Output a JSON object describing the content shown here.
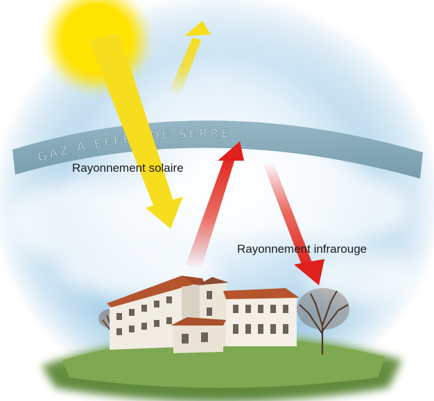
{
  "diagram": {
    "band_text": "GAZ A EFFET DE SERRE",
    "label_solar": "Rayonnement solaire",
    "label_infrared": "Rayonnement infrarouge"
  },
  "colors": {
    "sky": "#9fcbe6",
    "band": "#7ea3b4",
    "band_text": "#e8f0f5",
    "sun": "#ffe200",
    "solar_arrow": "#f6dd1e",
    "infrared_arrow": "#e0201c",
    "hill": "#7fa852",
    "roof": "#b5552e",
    "wall": "#f1ede4"
  }
}
